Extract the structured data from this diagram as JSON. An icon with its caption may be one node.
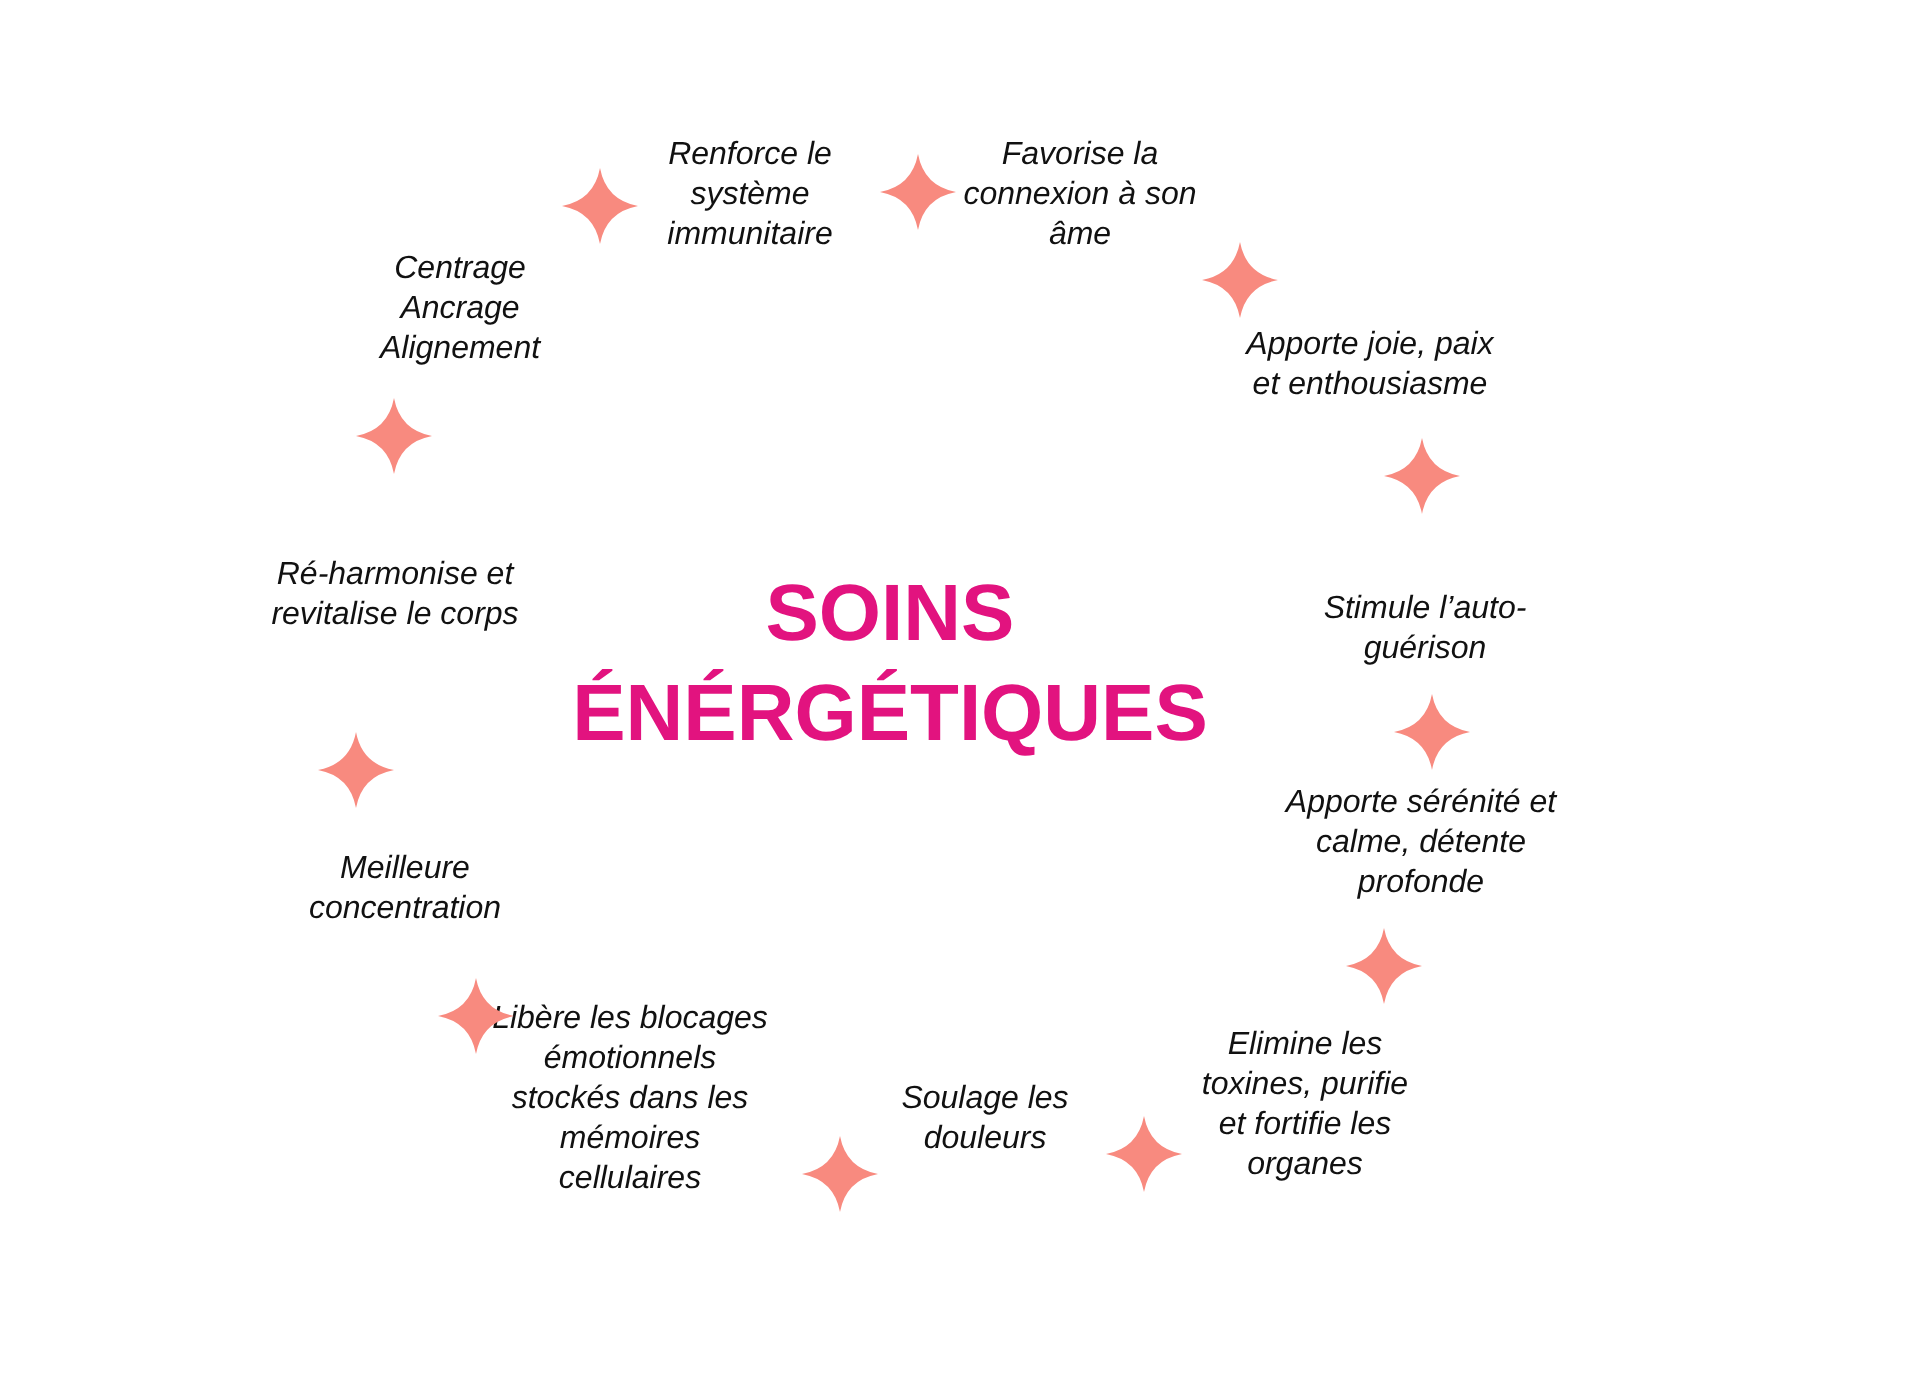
{
  "diagram": {
    "title": "SOINS ÉNÉRGÉTIQUES",
    "labels": [
      "Renforce le système immunitaire",
      "Favorise la connexion à son âme",
      "Centrage Ancrage Alignement",
      "Apporte joie, paix et enthousiasme",
      "Ré-harmonise et revitalise le corps",
      "Stimule l’auto-guérison",
      "Apporte sérénité et calme, détente profonde",
      "Meilleure concentration",
      "Libère les blocages émotionnels stockés dans les mémoires cellulaires",
      "Elimine les toxines, purifie et fortifie les organes",
      "Soulage les douleurs"
    ]
  }
}
